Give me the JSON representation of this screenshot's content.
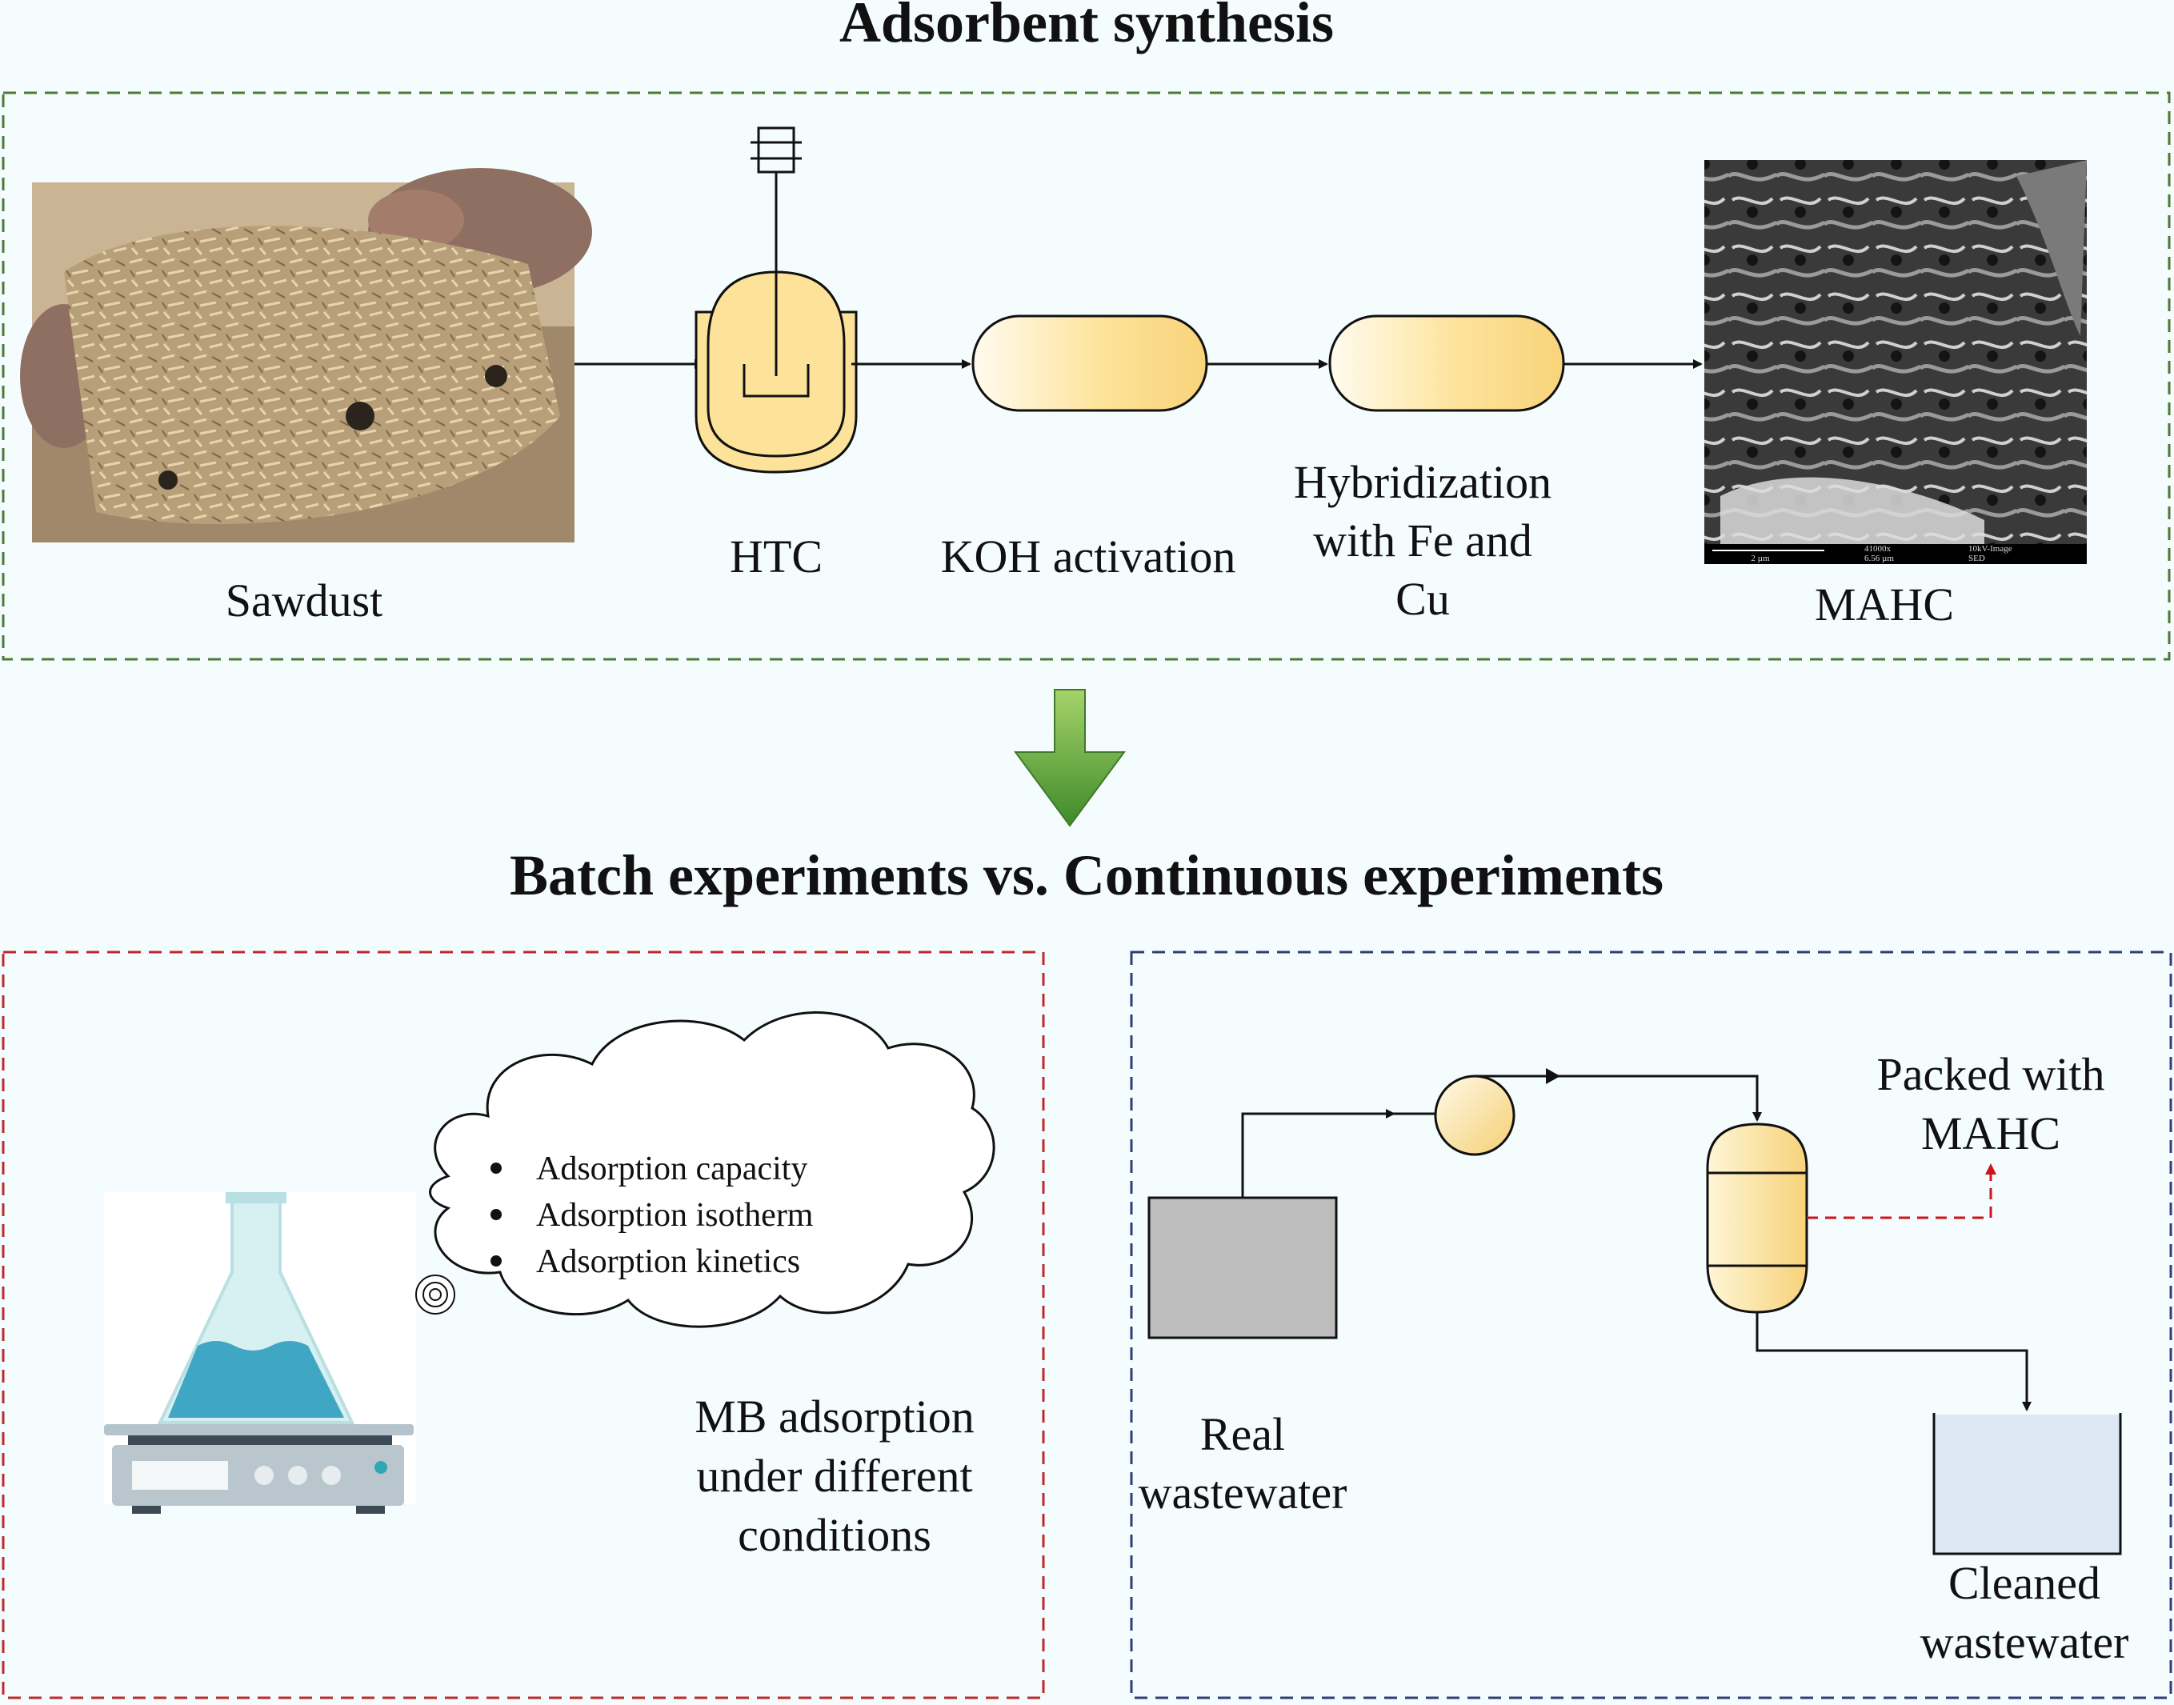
{
  "synthesis": {
    "title": "Adsorbent synthesis",
    "sawdust_label": "Sawdust",
    "htc_label": "HTC",
    "koh_label": "KOH activation",
    "hybridization_lines": [
      "Hybridization",
      "with Fe and",
      "Cu"
    ],
    "mahc_label": "MAHC",
    "sem_scalebar_text": [
      "2 µm",
      "6.56 µm",
      "41000x",
      "10kV-Image",
      "SED"
    ]
  },
  "experiments_title": "Batch experiments vs. Continuous experiments",
  "batch": {
    "bullets": [
      "Adsorption capacity",
      "Adsorption isotherm",
      "Adsorption kinetics"
    ],
    "caption_lines": [
      "MB adsorption",
      "under different",
      "conditions"
    ]
  },
  "continuous": {
    "packed_lines": [
      "Packed with",
      "MAHC"
    ],
    "real_lines": [
      "Real",
      "wastewater"
    ],
    "cleaned_lines": [
      "Cleaned",
      "wastewater"
    ]
  },
  "colors": {
    "synthesis_border": "#4a7a35",
    "batch_border": "#c0282d",
    "continuous_border": "#2b3f7a",
    "down_arrow": "#5fa637",
    "vessel_fill": "#fde39a",
    "dashed_red_arrow": "#d0121b"
  }
}
